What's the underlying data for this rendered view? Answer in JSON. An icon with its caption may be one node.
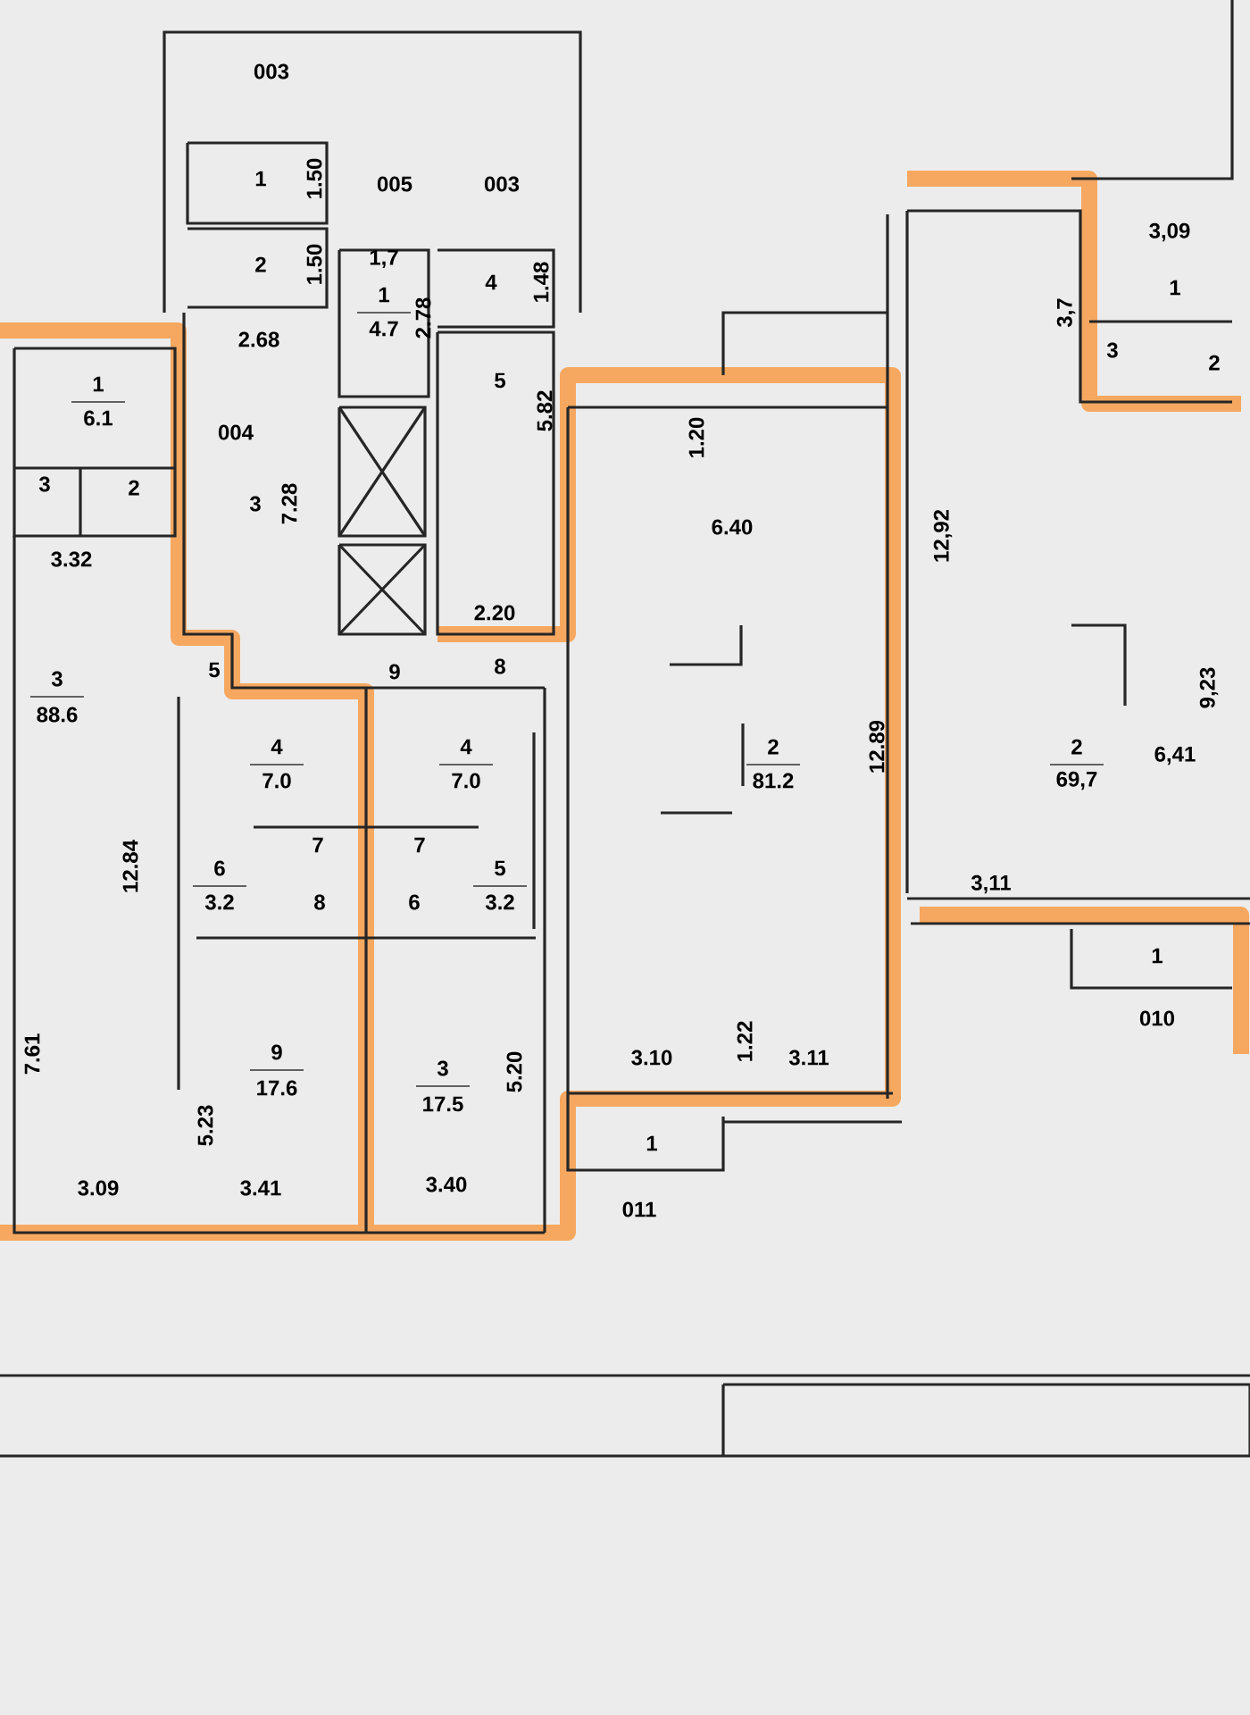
{
  "diagram": {
    "labels": [
      "003",
      "1",
      "1.50",
      "005",
      "003",
      "2",
      "1.50",
      "1,7",
      "4",
      "1.48",
      "1",
      "4.7",
      "2.78",
      "2.68",
      "3,09",
      "1",
      "3,7",
      "3",
      "2",
      "1",
      "6.1",
      "5",
      "5.82",
      "1.20",
      "004",
      "3",
      "2",
      "3",
      "7.28",
      "6.40",
      "12,92",
      "3.32",
      "2.20",
      "9,23",
      "5",
      "9",
      "8",
      "3",
      "88.6",
      "2",
      "81.2",
      "12.89",
      "2",
      "69,7",
      "6,41",
      "4",
      "7.0",
      "4",
      "7.0",
      "12.84",
      "7",
      "7",
      "6",
      "3.2",
      "8",
      "6",
      "5",
      "3.2",
      "3,11",
      "1",
      "010",
      "7.61",
      "9",
      "17.6",
      "3",
      "17.5",
      "5.20",
      "5.23",
      "3.10",
      "1.22",
      "3.11",
      "1",
      "3.09",
      "3.41",
      "3.40",
      "011"
    ]
  }
}
